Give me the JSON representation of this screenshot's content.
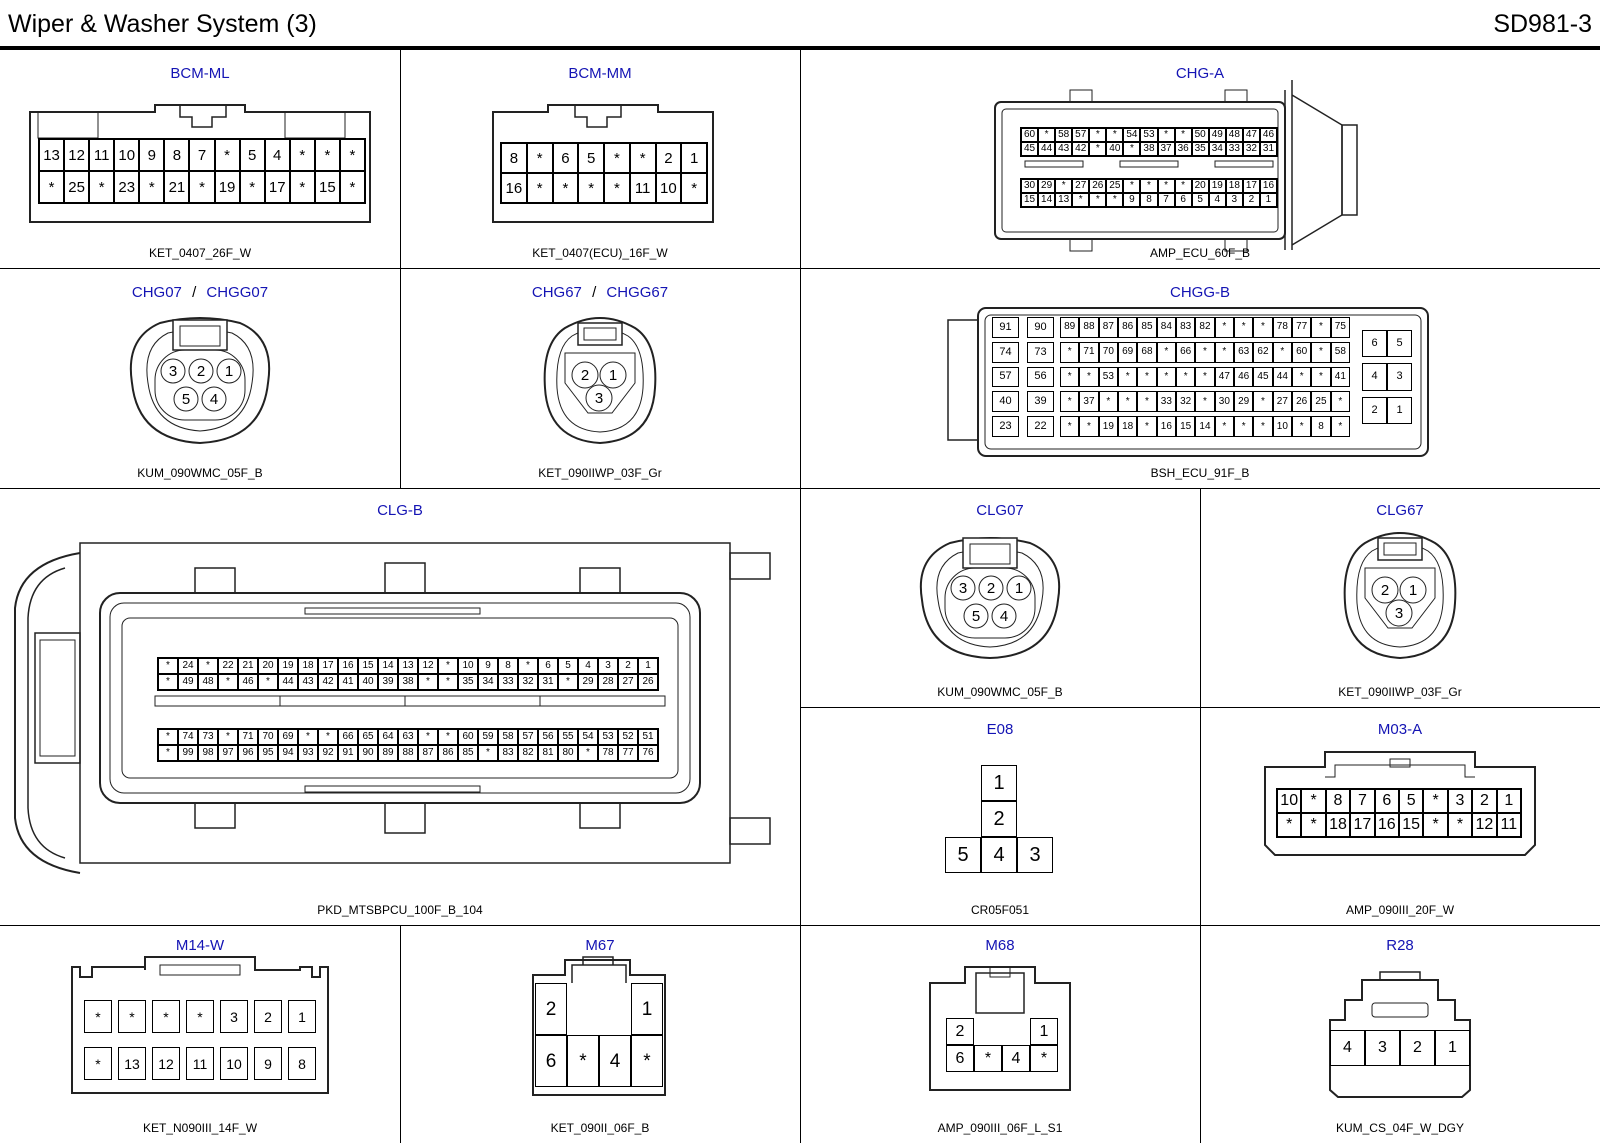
{
  "header": {
    "title": "Wiper & Washer System (3)",
    "code": "SD981-3"
  },
  "connectors": {
    "bcm_ml": {
      "name": "BCM-ML",
      "part": "KET_0407_26F_W",
      "rows": [
        [
          "13",
          "12",
          "11",
          "10",
          "9",
          "8",
          "7",
          "*",
          "5",
          "4",
          "*",
          "*",
          "*"
        ],
        [
          "*",
          "25",
          "*",
          "23",
          "*",
          "21",
          "*",
          "19",
          "*",
          "17",
          "*",
          "15",
          "*"
        ]
      ]
    },
    "bcm_mm": {
      "name": "BCM-MM",
      "part": "KET_0407(ECU)_16F_W",
      "rows": [
        [
          "8",
          "*",
          "6",
          "5",
          "*",
          "*",
          "2",
          "1"
        ],
        [
          "16",
          "*",
          "*",
          "*",
          "*",
          "11",
          "10",
          "*"
        ]
      ]
    },
    "chg_a": {
      "name": "CHG-A",
      "part": "AMP_ECU_60F_B",
      "rows": [
        [
          "60",
          "*",
          "58",
          "57",
          "*",
          "*",
          "54",
          "53",
          "*",
          "*",
          "50",
          "49",
          "48",
          "47",
          "46"
        ],
        [
          "45",
          "44",
          "43",
          "42",
          "*",
          "40",
          "*",
          "38",
          "37",
          "36",
          "35",
          "34",
          "33",
          "32",
          "31"
        ],
        [
          "30",
          "29",
          "*",
          "27",
          "26",
          "25",
          "*",
          "*",
          "*",
          "*",
          "20",
          "19",
          "18",
          "17",
          "16"
        ],
        [
          "15",
          "14",
          "13",
          "*",
          "*",
          "*",
          "9",
          "8",
          "7",
          "6",
          "5",
          "4",
          "3",
          "2",
          "1"
        ]
      ]
    },
    "chg07": {
      "name": "CHG07",
      "alt": "CHGG07",
      "part": "KUM_090WMC_05F_B",
      "pins": [
        "3",
        "2",
        "1",
        "5",
        "4"
      ]
    },
    "chg67": {
      "name": "CHG67",
      "alt": "CHGG67",
      "part": "KET_090IIWP_03F_Gr",
      "pins": [
        "2",
        "1",
        "3"
      ]
    },
    "chgg_b": {
      "name": "CHGG-B",
      "part": "BSH_ECU_91F_B",
      "left": [
        [
          "91",
          "90"
        ],
        [
          "74",
          "73"
        ],
        [
          "57",
          "56"
        ],
        [
          "40",
          "39"
        ],
        [
          "23",
          "22"
        ]
      ],
      "main": [
        [
          "89",
          "88",
          "87",
          "86",
          "85",
          "84",
          "83",
          "82",
          "*",
          "*",
          "*",
          "78",
          "77",
          "*",
          "75"
        ],
        [
          "*",
          "71",
          "70",
          "69",
          "68",
          "*",
          "66",
          "*",
          "*",
          "63",
          "62",
          "*",
          "60",
          "*",
          "58"
        ],
        [
          "*",
          "*",
          "53",
          "*",
          "*",
          "*",
          "*",
          "*",
          "47",
          "46",
          "45",
          "44",
          "*",
          "*",
          "41"
        ],
        [
          "*",
          "37",
          "*",
          "*",
          "*",
          "33",
          "32",
          "*",
          "30",
          "29",
          "*",
          "27",
          "26",
          "25",
          "*"
        ],
        [
          "*",
          "*",
          "19",
          "18",
          "*",
          "16",
          "15",
          "14",
          "*",
          "*",
          "*",
          "10",
          "*",
          "8",
          "*"
        ]
      ],
      "right": [
        [
          "6",
          "5"
        ],
        [
          "4",
          "3"
        ],
        [
          "2",
          "1"
        ]
      ]
    },
    "clg_b": {
      "name": "CLG-B",
      "part": "PKD_MTSBPCU_100F_B_104",
      "rows": [
        [
          "*",
          "24",
          "*",
          "22",
          "21",
          "20",
          "19",
          "18",
          "17",
          "16",
          "15",
          "14",
          "13",
          "12",
          "*",
          "10",
          "9",
          "8",
          "*",
          "6",
          "5",
          "4",
          "3",
          "2",
          "1"
        ],
        [
          "*",
          "49",
          "48",
          "*",
          "46",
          "*",
          "44",
          "43",
          "42",
          "41",
          "40",
          "39",
          "38",
          "*",
          "*",
          "35",
          "34",
          "33",
          "32",
          "31",
          "*",
          "29",
          "28",
          "27",
          "26"
        ],
        [
          "*",
          "74",
          "73",
          "*",
          "71",
          "70",
          "69",
          "*",
          "*",
          "66",
          "65",
          "64",
          "63",
          "*",
          "*",
          "60",
          "59",
          "58",
          "57",
          "56",
          "55",
          "54",
          "53",
          "52",
          "51"
        ],
        [
          "*",
          "99",
          "98",
          "97",
          "96",
          "95",
          "94",
          "93",
          "92",
          "91",
          "90",
          "89",
          "88",
          "87",
          "86",
          "85",
          "*",
          "83",
          "82",
          "81",
          "80",
          "*",
          "78",
          "77",
          "76"
        ]
      ]
    },
    "clg07": {
      "name": "CLG07",
      "part": "KUM_090WMC_05F_B",
      "pins": [
        "3",
        "2",
        "1",
        "5",
        "4"
      ]
    },
    "clg67": {
      "name": "CLG67",
      "part": "KET_090IIWP_03F_Gr",
      "pins": [
        "2",
        "1",
        "3"
      ]
    },
    "e08": {
      "name": "E08",
      "part": "CR05F051",
      "pins": [
        "1",
        "2",
        "5",
        "4",
        "3"
      ]
    },
    "m03_a": {
      "name": "M03-A",
      "part": "AMP_090III_20F_W",
      "rows": [
        [
          "10",
          "*",
          "8",
          "7",
          "6",
          "5",
          "*",
          "3",
          "2",
          "1"
        ],
        [
          "*",
          "*",
          "18",
          "17",
          "16",
          "15",
          "*",
          "*",
          "12",
          "11"
        ]
      ]
    },
    "m14_w": {
      "name": "M14-W",
      "part": "KET_N090III_14F_W",
      "rows": [
        [
          "*",
          "*",
          "*",
          "*",
          "3",
          "2",
          "1"
        ],
        [
          "*",
          "13",
          "12",
          "11",
          "10",
          "9",
          "8"
        ]
      ]
    },
    "m67": {
      "name": "M67",
      "part": "KET_090II_06F_B",
      "rows": [
        [
          "2",
          "",
          "",
          "1"
        ],
        [
          "6",
          "*",
          "4",
          "*"
        ]
      ]
    },
    "m68": {
      "name": "M68",
      "part": "AMP_090III_06F_L_S1",
      "rows": [
        [
          "2",
          "",
          "",
          "1"
        ],
        [
          "6",
          "*",
          "4",
          "*"
        ]
      ]
    },
    "r28": {
      "name": "R28",
      "part": "KUM_CS_04F_W_DGY",
      "rows": [
        [
          "4",
          "3",
          "2",
          "1"
        ]
      ]
    }
  }
}
